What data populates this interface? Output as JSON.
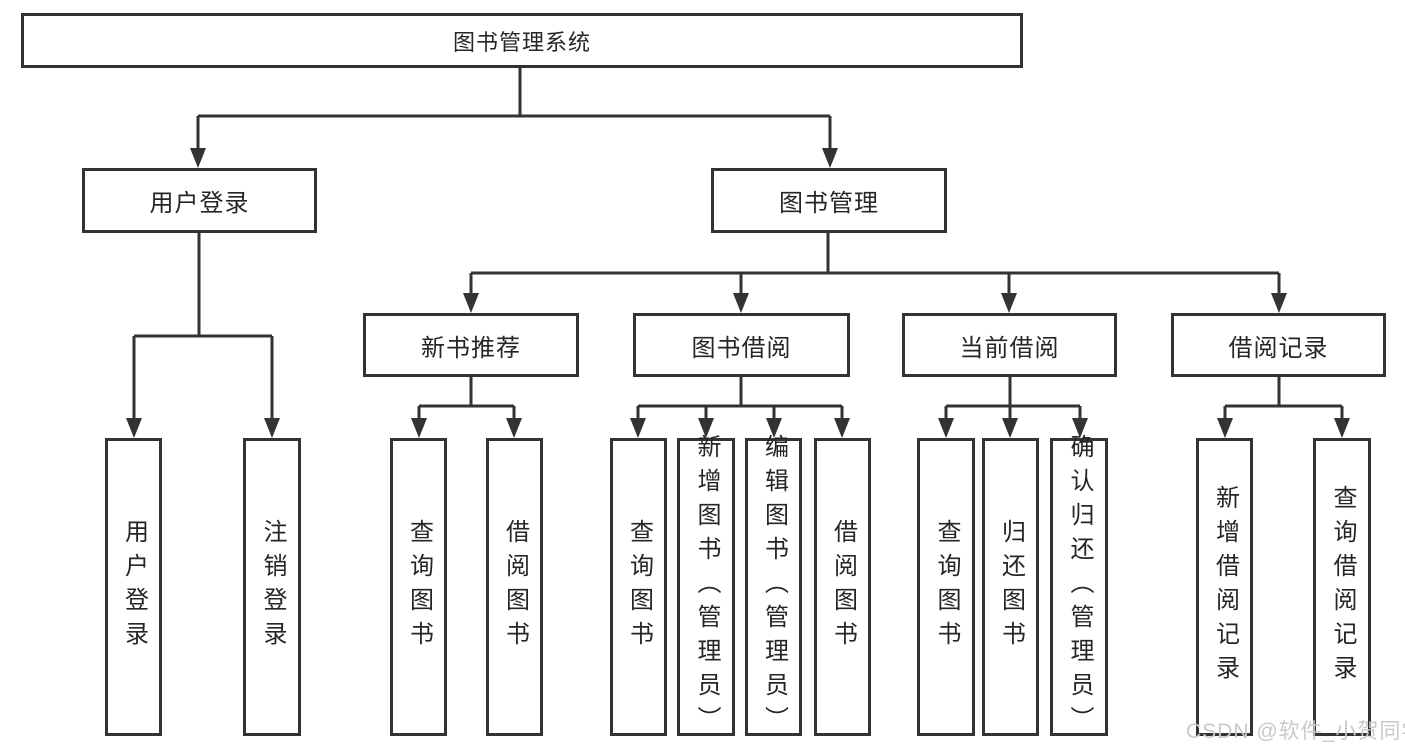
{
  "diagram": {
    "root": {
      "label": "图书管理系统"
    },
    "level2": [
      {
        "label": "用户登录"
      },
      {
        "label": "图书管理"
      }
    ],
    "level3": [
      {
        "label": "新书推荐"
      },
      {
        "label": "图书借阅"
      },
      {
        "label": "当前借阅"
      },
      {
        "label": "借阅记录"
      }
    ],
    "leaves": {
      "user_login": [
        {
          "label": "用户登录"
        },
        {
          "label": "注销登录"
        }
      ],
      "new_book_rec": [
        {
          "label": "查询图书"
        },
        {
          "label": "借阅图书"
        }
      ],
      "book_borrow": [
        {
          "label": "查询图书"
        },
        {
          "label": "新增图书（管理员）"
        },
        {
          "label": "编辑图书（管理员）"
        },
        {
          "label": "借阅图书"
        }
      ],
      "current_borrow": [
        {
          "label": "查询图书"
        },
        {
          "label": "归还图书"
        },
        {
          "label": "确认归还（管理员）"
        }
      ],
      "borrow_records": [
        {
          "label": "新增借阅记录"
        },
        {
          "label": "查询借阅记录"
        }
      ]
    }
  },
  "watermark": {
    "text": "CSDN @软件_小贺同学"
  },
  "colors": {
    "line": "#333333",
    "text": "#262626",
    "box_bg": "#ffffff",
    "watermark": "#c9c9c9"
  }
}
